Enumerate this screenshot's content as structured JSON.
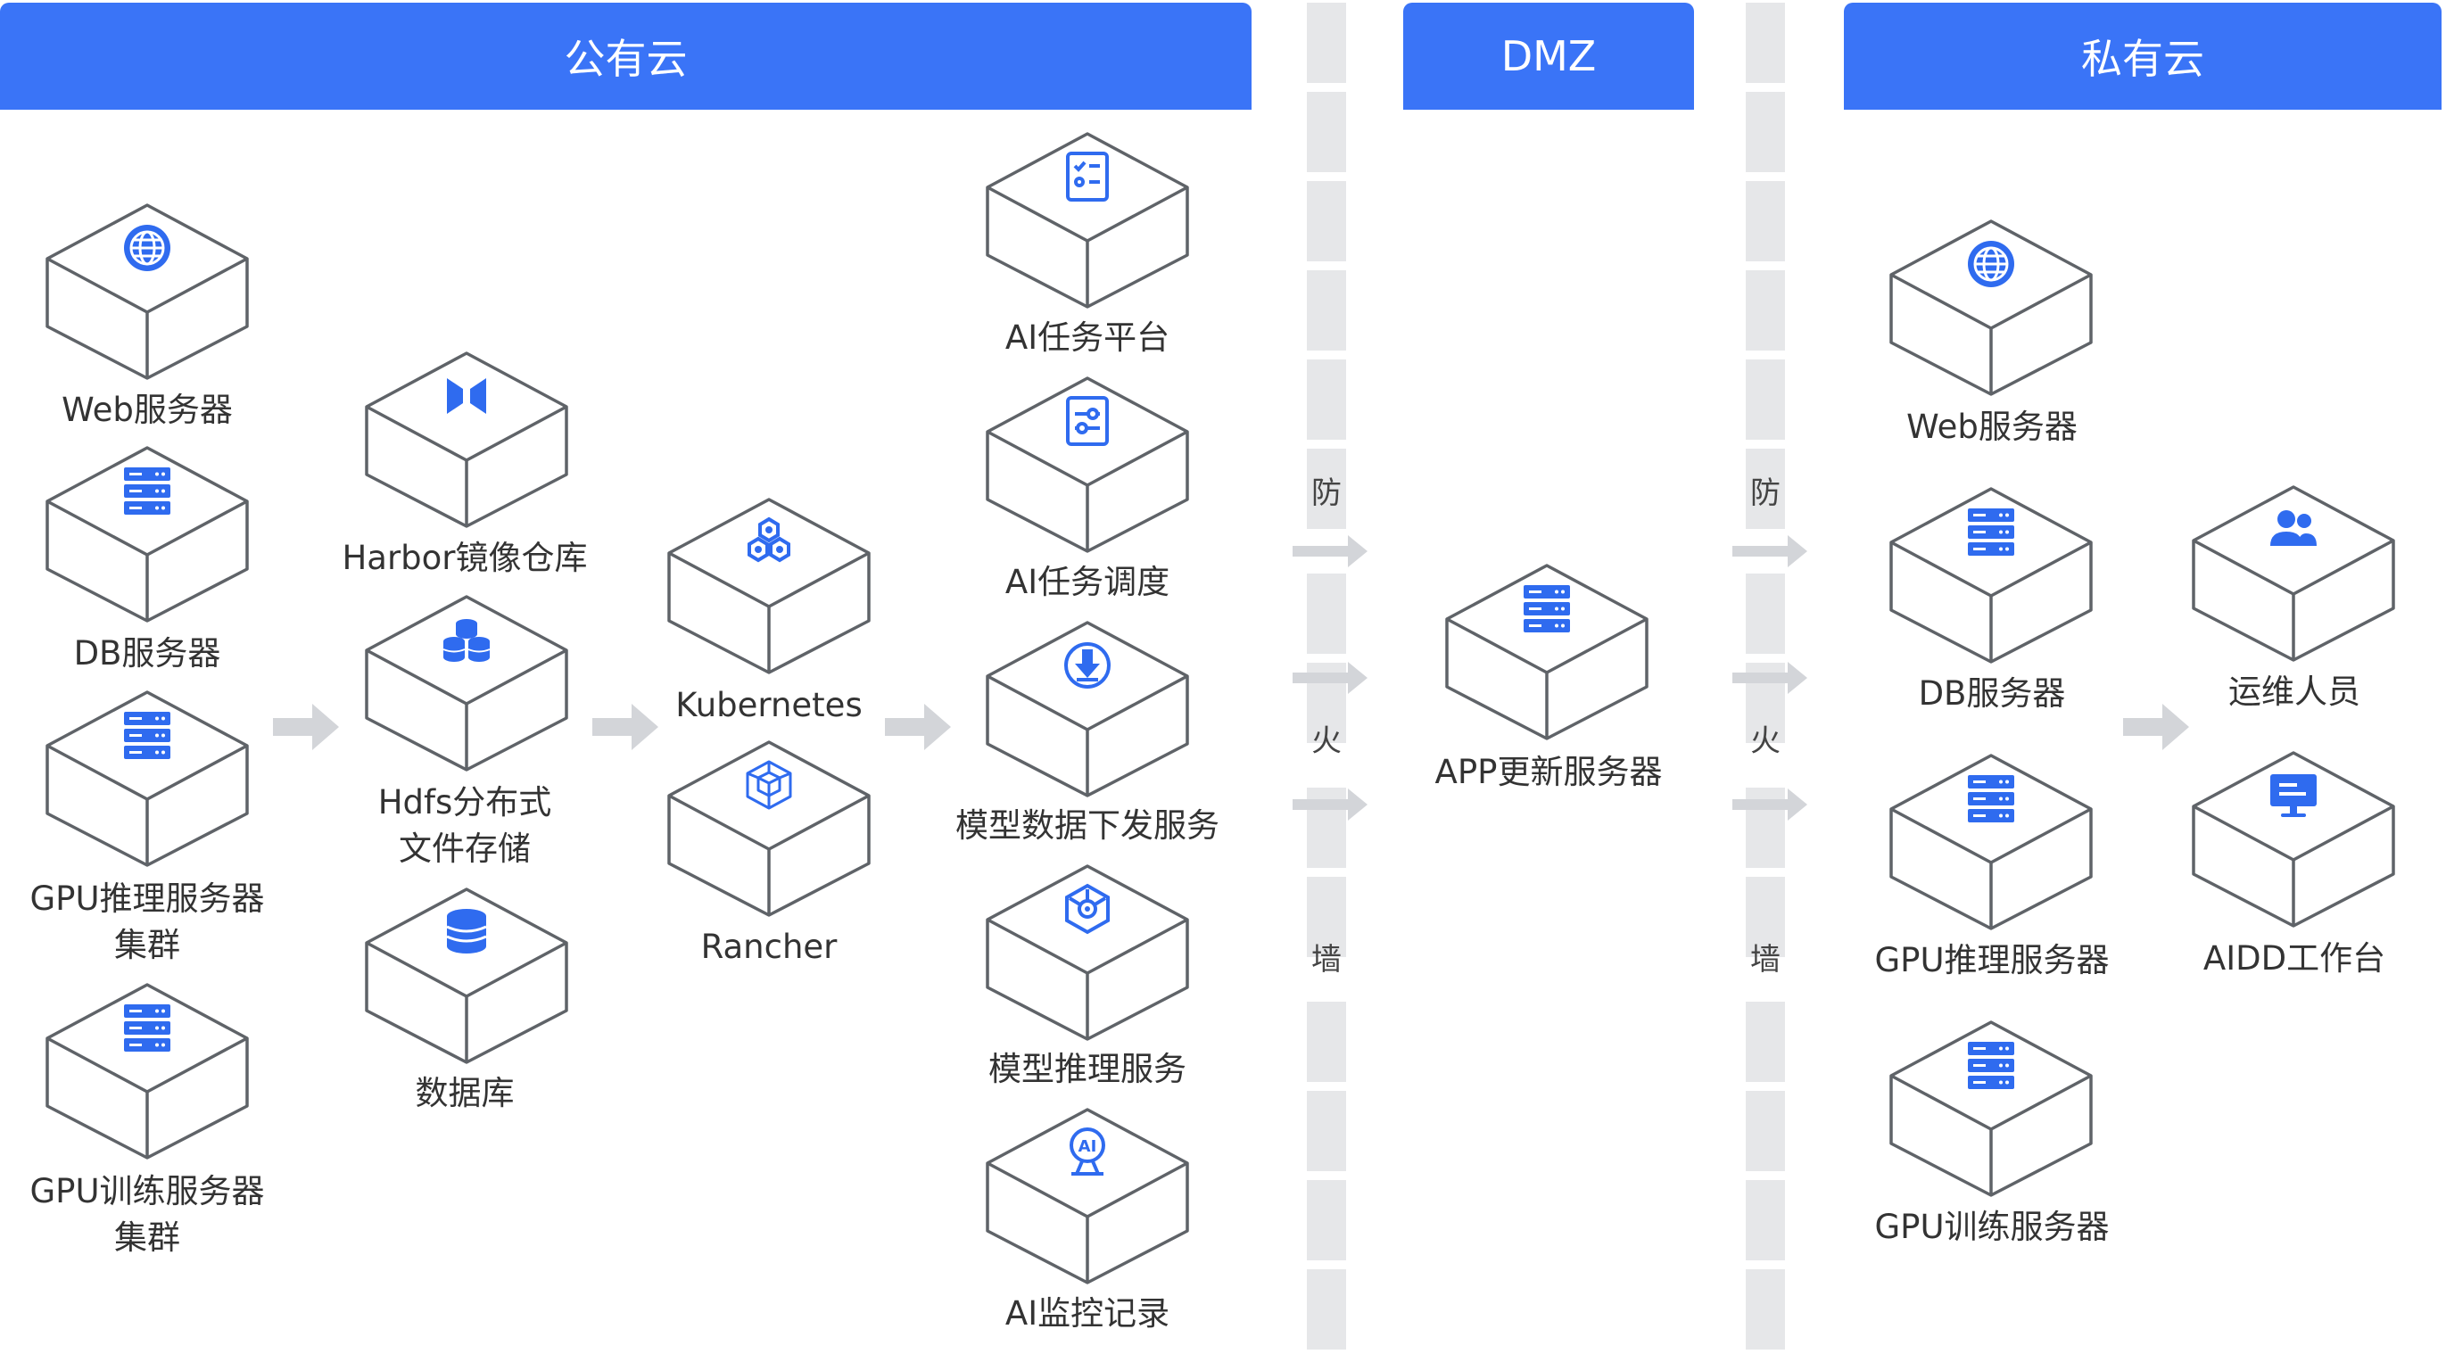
{
  "colors": {
    "header": "#3a74f7",
    "icon": "#2f6bef",
    "stroke": "#5f6368",
    "wall": "#e6e7e9",
    "arrow": "#d3d5d9"
  },
  "headers": {
    "public": "公有云",
    "dmz": "DMZ",
    "private": "私有云"
  },
  "firewall": [
    "防",
    "火",
    "墙"
  ],
  "public_cloud": {
    "col1": [
      {
        "label": "Web服务器",
        "icon": "globe-icon"
      },
      {
        "label": "DB服务器",
        "icon": "server-icon"
      },
      {
        "label": "GPU推理服务器",
        "label2": "集群",
        "icon": "server-icon"
      },
      {
        "label": "GPU训练服务器",
        "label2": "集群",
        "icon": "server-icon"
      }
    ],
    "col2": [
      {
        "label": "Harbor镜像仓库",
        "icon": "harbor-icon"
      },
      {
        "label": "Hdfs分布式",
        "label2": "文件存储",
        "icon": "database-stack-icon"
      },
      {
        "label": "数据库",
        "icon": "database-icon"
      }
    ],
    "col3": [
      {
        "label": "Kubernetes",
        "icon": "hexagons-icon"
      },
      {
        "label": "Rancher",
        "icon": "cube-icon"
      }
    ],
    "col4": [
      {
        "label": "AI任务平台",
        "icon": "checklist-icon"
      },
      {
        "label": "AI任务调度",
        "icon": "sliders-icon"
      },
      {
        "label": "模型数据下发服务",
        "icon": "download-icon"
      },
      {
        "label": "模型推理服务",
        "icon": "network-hex-icon"
      },
      {
        "label": "AI监控记录",
        "icon": "ai-monitor-icon"
      }
    ]
  },
  "dmz": {
    "node": {
      "label": "APP更新服务器",
      "icon": "server-icon"
    }
  },
  "private_cloud": {
    "col1": [
      {
        "label": "Web服务器",
        "icon": "globe-icon"
      },
      {
        "label": "DB服务器",
        "icon": "server-icon"
      },
      {
        "label": "GPU推理服务器",
        "icon": "server-icon"
      },
      {
        "label": "GPU训练服务器",
        "icon": "server-icon"
      }
    ],
    "col2": [
      {
        "label": "运维人员",
        "icon": "users-icon"
      },
      {
        "label": "AIDD工作台",
        "icon": "monitor-icon"
      }
    ]
  }
}
